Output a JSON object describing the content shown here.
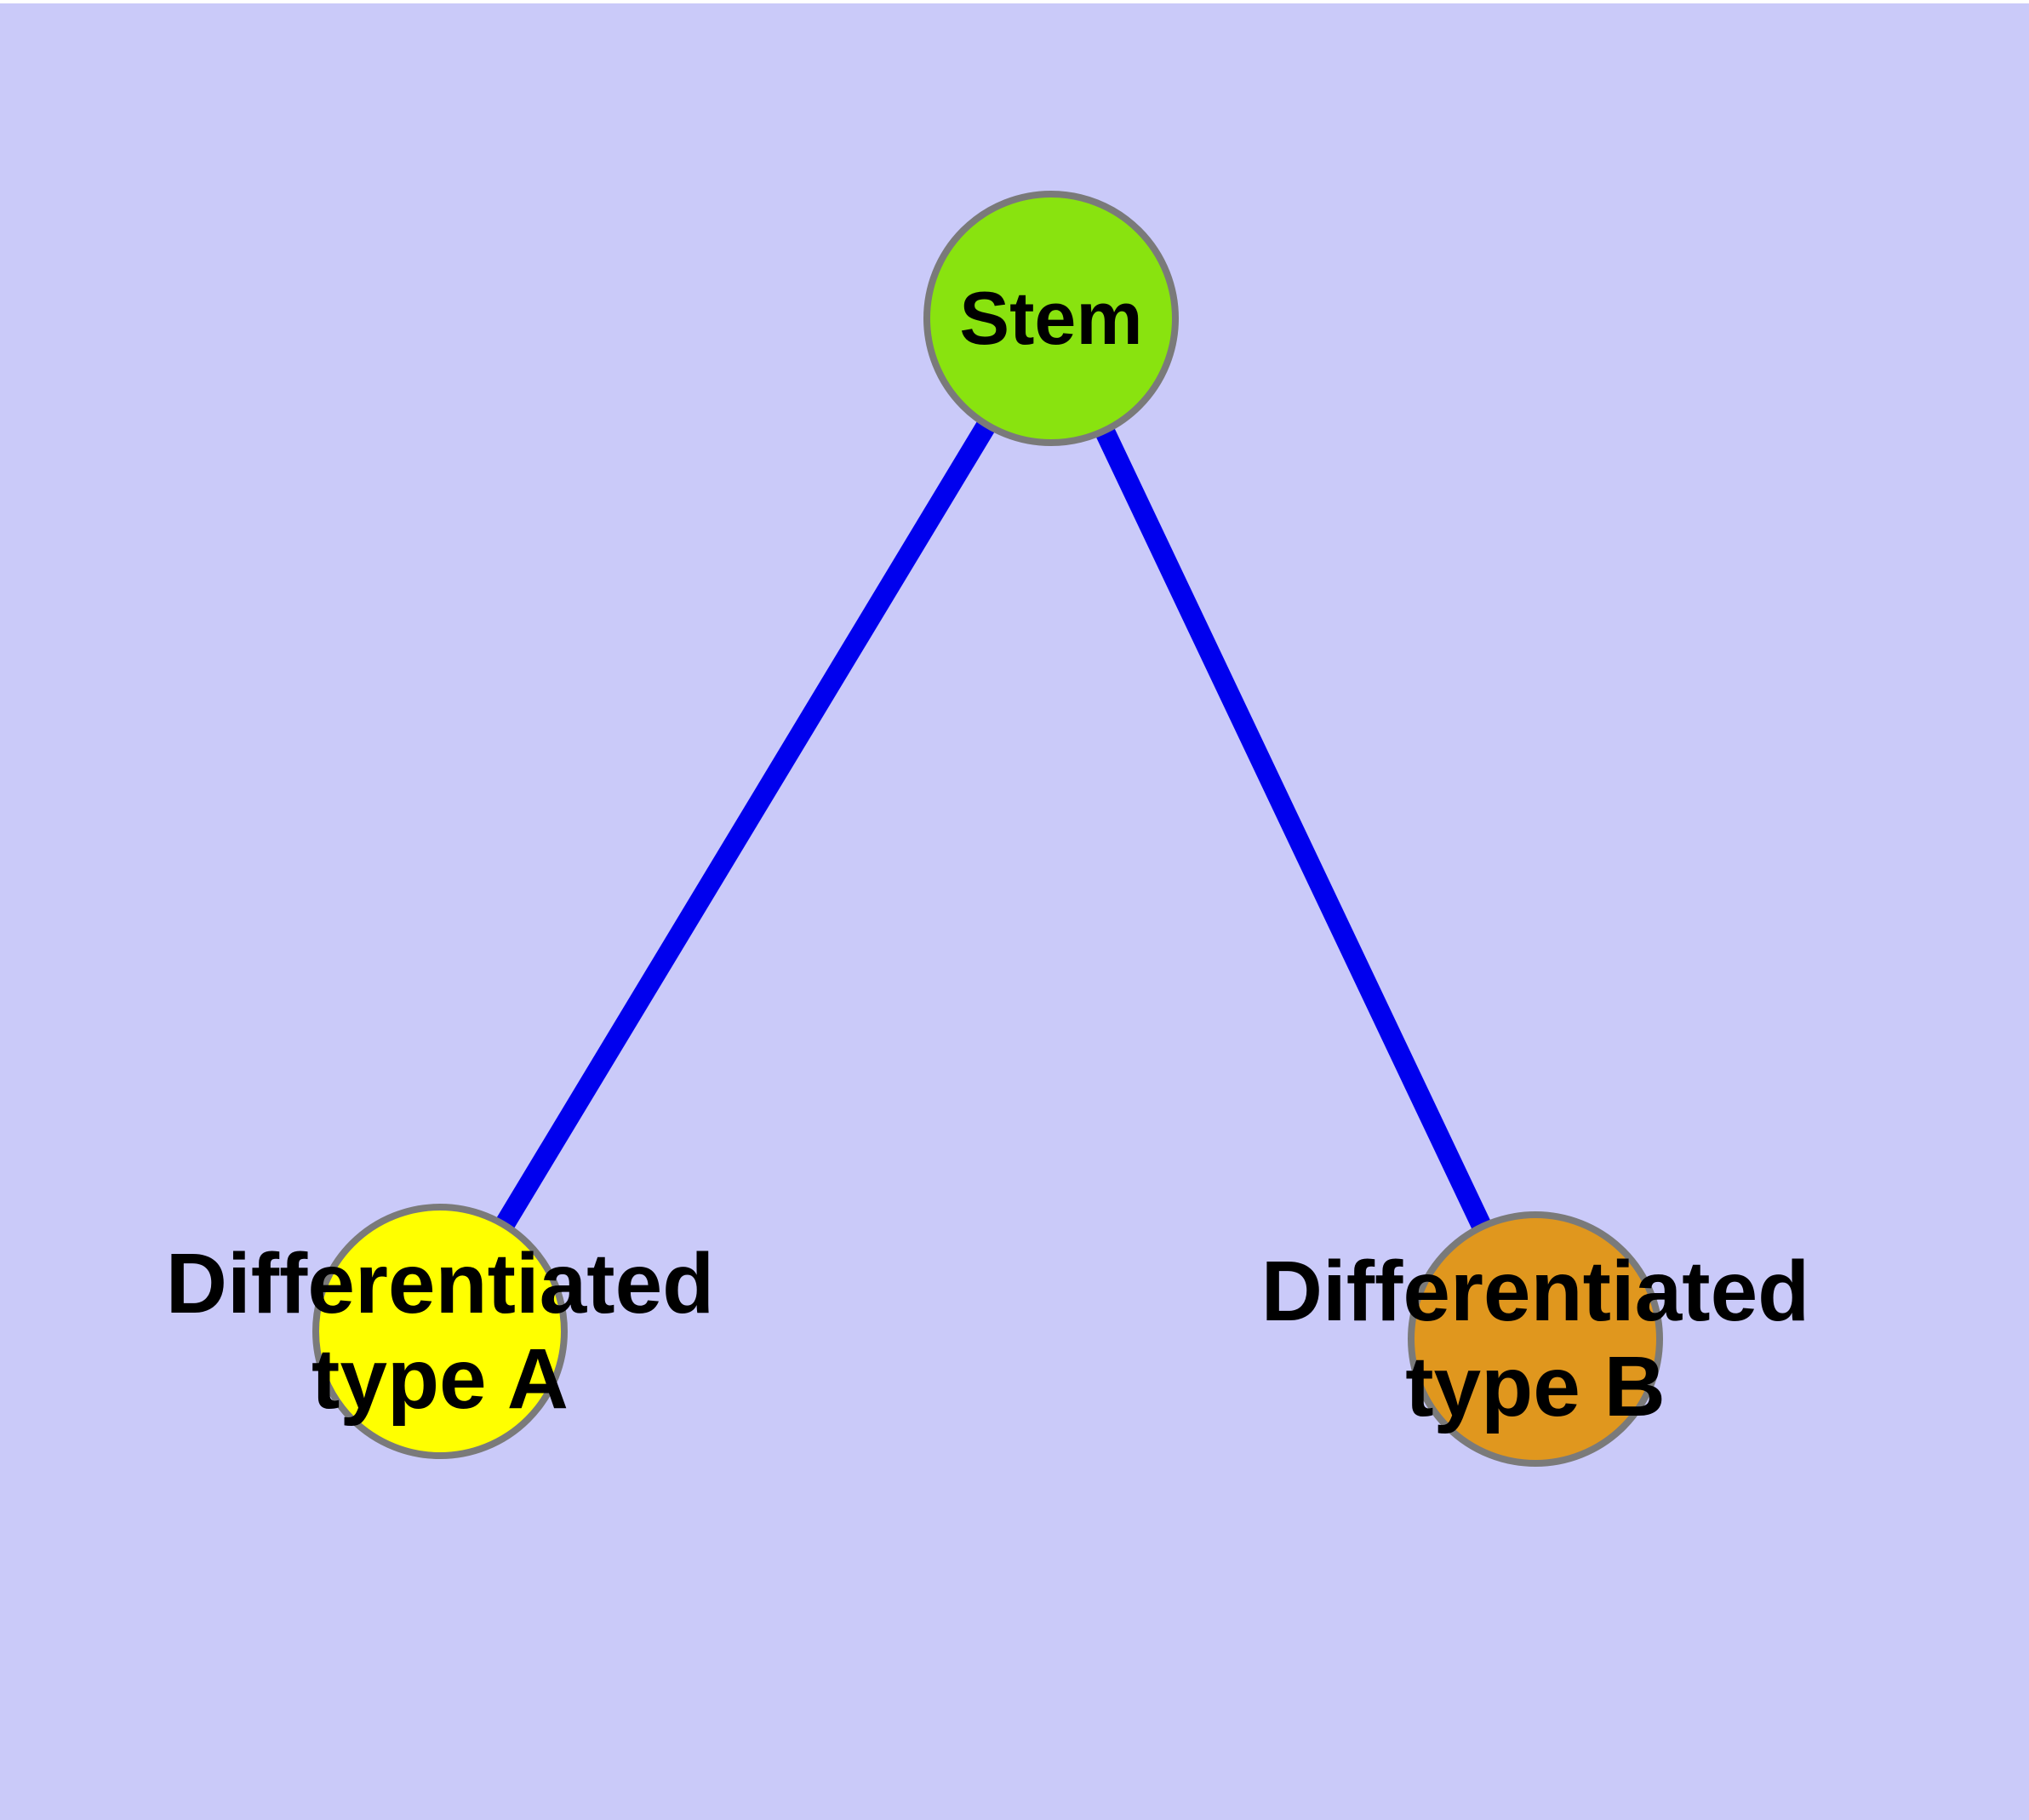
{
  "diagram": {
    "type": "node-link-diagram",
    "background_color": "#CACAF9",
    "top_strip_color": "#FFFFFF",
    "edge_color": "#0000EE",
    "node_border_color": "#7A7A7A",
    "label_color": "#000000",
    "nodes": {
      "stem": {
        "label": "Stem",
        "fill": "#89E30F"
      },
      "type_a": {
        "label": "Differentiated type A",
        "line1": "Differentiated",
        "line2": "type A",
        "fill": "#FFFF00"
      },
      "type_b": {
        "label": "Differentiated type B",
        "line1": "Differentiated",
        "line2": "type B",
        "fill": "#E0971E"
      }
    },
    "edges": [
      {
        "from": "Stem",
        "to": "Differentiated type A"
      },
      {
        "from": "Stem",
        "to": "Differentiated type B"
      }
    ]
  }
}
